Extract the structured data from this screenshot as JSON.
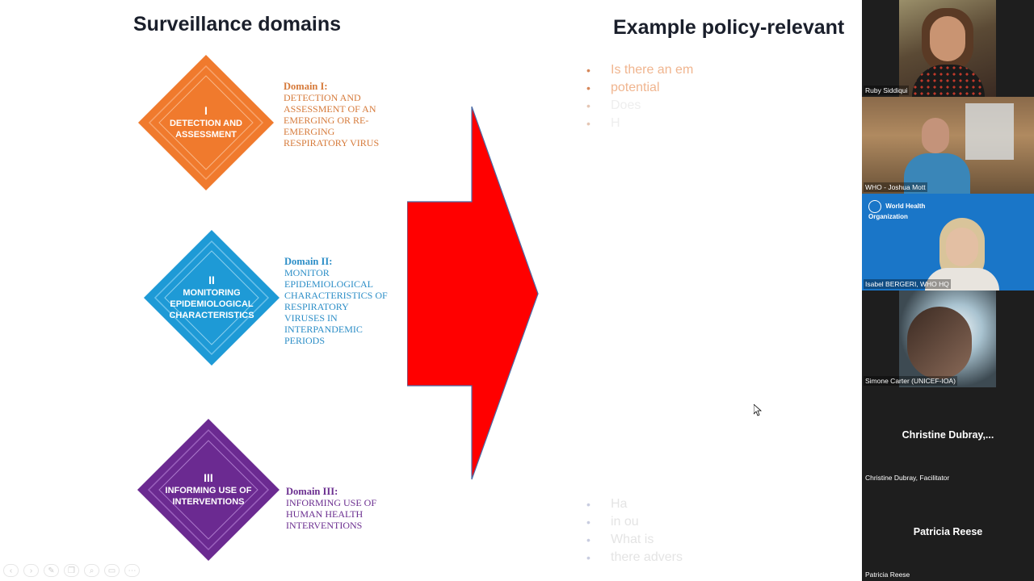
{
  "slide": {
    "title_left": "Surveillance domains",
    "title_right": "Example policy-relevant",
    "domains": [
      {
        "numeral": "I",
        "label": "DETECTION AND ASSESSMENT",
        "name": "Domain I:",
        "text": "DETECTION AND ASSESSMENT OF AN EMERGING OR RE-EMERGING RESPIRATORY VIRUS",
        "color": "#f07a2d"
      },
      {
        "numeral": "II",
        "label": "MONITORING EPIDEMIOLOGICAL CHARACTERISTICS",
        "name": "Domain II:",
        "text": "MONITOR EPIDEMIOLOGICAL CHARACTERISTICS OF RESPIRATORY VIRUSES IN INTERPANDEMIC PERIODS",
        "color": "#1e9ad6"
      },
      {
        "numeral": "III",
        "label": "INFORMING USE OF INTERVENTIONS",
        "name": "Domain III:",
        "text": "INFORMING USE OF HUMAN HEALTH INTERVENTIONS",
        "color": "#6b2a91"
      }
    ],
    "bullets_top": [
      "Is there an em",
      "potential",
      "Does",
      "H"
    ],
    "bullets_bottom": [
      "Ha",
      "in ou",
      "What is",
      "there advers"
    ],
    "arrow_color": "#ff0000",
    "toolbar_icons": [
      "back-icon",
      "forward-icon",
      "pen-icon",
      "copy-icon",
      "zoom-icon",
      "screen-icon",
      "more-icon"
    ]
  },
  "participants": [
    {
      "name": "Ruby Siddiqui",
      "video": true
    },
    {
      "name": "WHO - Joshua Mott",
      "video": true
    },
    {
      "name": "Isabel BERGERI, WHO HQ",
      "video": true,
      "org_logo_text": "World Health Organization"
    },
    {
      "name": "Simone Carter (UNICEF-IOA)",
      "video": true
    },
    {
      "name": "Christine Dubray, Facilitator",
      "display": "Christine  Dubray,...",
      "video": false
    },
    {
      "name": "Patricia Reese",
      "display": "Patricia Reese",
      "video": false
    }
  ]
}
